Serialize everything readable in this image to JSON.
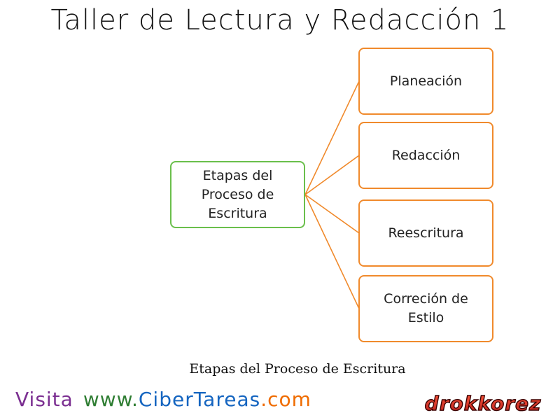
{
  "header": {
    "title": "Taller de Lectura y Redacción 1"
  },
  "diagram": {
    "root": {
      "label": "Etapas del\nProceso de\nEscritura"
    },
    "children": [
      {
        "label": "Planeación"
      },
      {
        "label": "Redacción"
      },
      {
        "label": "Reescritura"
      },
      {
        "label": "Correción de\nEstilo"
      }
    ],
    "colors": {
      "root_border": "#6abf4b",
      "child_border": "#f08a2c",
      "connector": "#f08a2c"
    }
  },
  "caption": {
    "text": "Etapas del Proceso de Escritura"
  },
  "footer": {
    "visit_word": "Visita",
    "site_www": "www.",
    "site_ciber": "CiberTareas",
    "site_com": ".com",
    "logo_text": "drokkorez",
    "colors": {
      "visit": "#7b2f91",
      "www": "#2e7d32",
      "ciber": "#1565c0",
      "com": "#ef6c00"
    }
  }
}
